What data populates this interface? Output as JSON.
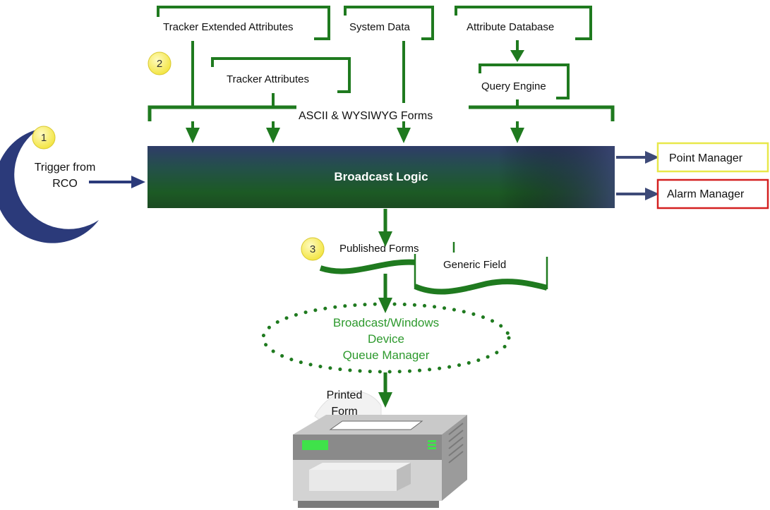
{
  "sources": {
    "tracker_extended": "Tracker Extended Attributes",
    "system_data": "System Data",
    "attribute_database": "Attribute Database",
    "tracker_attributes": "Tracker Attributes",
    "query_engine": "Query Engine"
  },
  "forms_bar": "ASCII & WYSIWYG Forms",
  "broadcast_logic": "Broadcast Logic",
  "trigger": {
    "line1": "Trigger from",
    "line2": "RCO"
  },
  "outputs": {
    "point_manager": "Point Manager",
    "alarm_manager": "Alarm Manager"
  },
  "published": {
    "forms": "Published Forms",
    "generic_field": "Generic Field"
  },
  "queue": {
    "line1": "Broadcast/Windows",
    "line2": "Device",
    "line3": "Queue Manager"
  },
  "printed": {
    "line1": "Printed",
    "line2": "Form"
  },
  "steps": {
    "one": "1",
    "two": "2",
    "three": "3"
  },
  "colors": {
    "green_line": "#1f7a1f",
    "navy": "#2d3b66",
    "dark_green": "#1c5a24",
    "badge_yellow": "#fbf27a",
    "point_border": "#e8e84a",
    "alarm_border": "#d42020",
    "queue_text": "#2e9a2e"
  }
}
